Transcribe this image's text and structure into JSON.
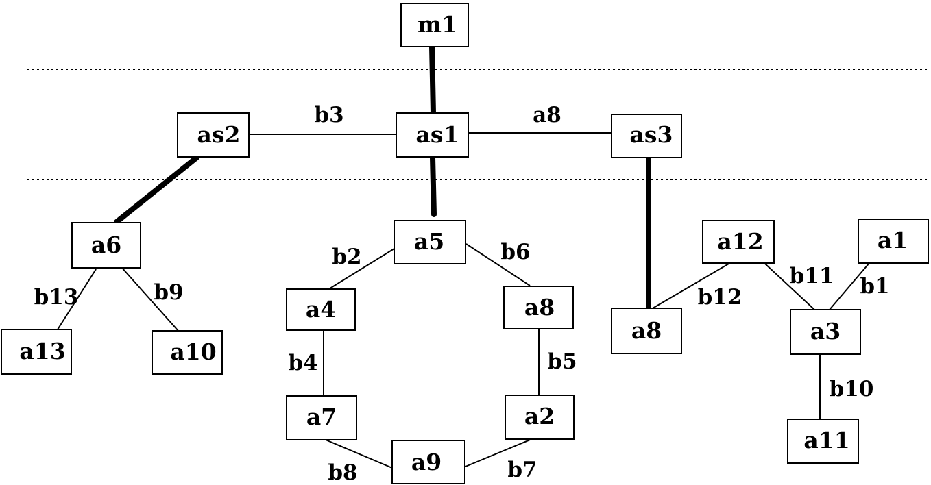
{
  "nodes": {
    "m1": "m1",
    "as1": "as1",
    "as2": "as2",
    "as3": "as3",
    "a1": "a1",
    "a2": "a2",
    "a3": "a3",
    "a4": "a4",
    "a5": "a5",
    "a6": "a6",
    "a7": "a7",
    "a8_top": "a8",
    "a8_mid": "a8",
    "a9": "a9",
    "a10": "a10",
    "a11": "a11",
    "a12": "a12",
    "a13": "a13"
  },
  "edge_labels": {
    "as2_as1": "b3",
    "as1_as3": "a8",
    "a5_a4": "b2",
    "a5_a8": "b6",
    "a4_a7": "b4",
    "a8_a2": "b5",
    "a7_a9": "b8",
    "a9_a2": "b7",
    "a6_a13": "b13",
    "a6_a10": "b9",
    "a8mid_a12": "b12",
    "a12_a3": "b11",
    "a1_a3": "b1",
    "a3_a11": "b10"
  }
}
